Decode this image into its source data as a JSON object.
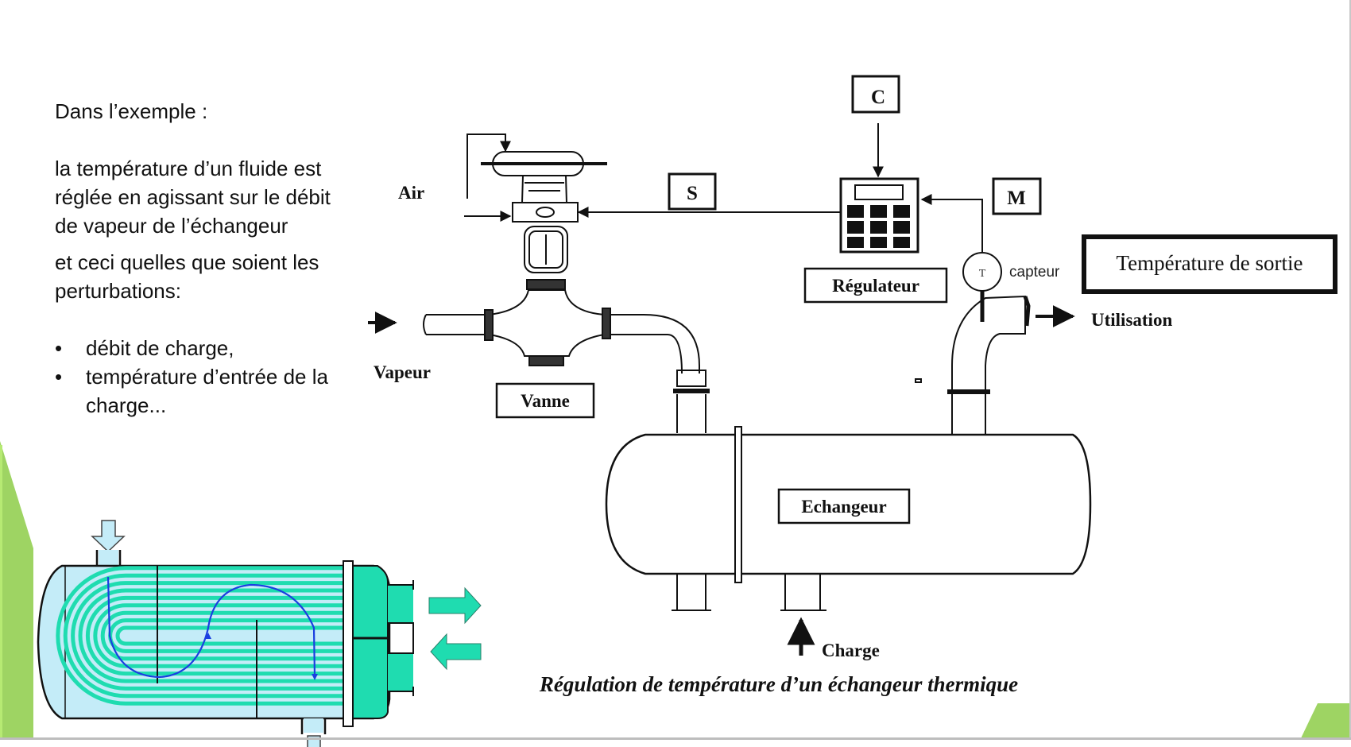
{
  "slide": {
    "text": {
      "intro": "Dans l’exemple :",
      "paragraph_1": "la température d’un fluide est réglée en agissant sur le débit de vapeur de l’échangeur",
      "paragraph_2": "et ceci quelles que soient les perturbations:",
      "bullets": [
        {
          "symbol": "•",
          "label": "débit de charge,"
        },
        {
          "symbol": "•",
          "label": "température d’entrée de la charge..."
        }
      ]
    },
    "accent_color": "#9ed463",
    "diagram": {
      "caption": "Régulation de température d’un échangeur thermique",
      "labels": {
        "air": "Air",
        "vapeur": "Vapeur",
        "vanne": "Vanne",
        "s": "S",
        "c": "C",
        "m": "M",
        "regulateur": "Régulateur",
        "sensor_symbol": "T",
        "capteur": "capteur",
        "temperature_sortie": "Température de sortie",
        "utilisation": "Utilisation",
        "echangeur": "Echangeur",
        "charge": "Charge"
      }
    },
    "exchanger_illustration": {
      "shell_color": "#c4ecf8",
      "tube_color": "#1fdcb0",
      "flow_line_color": "#1a3fe0"
    }
  }
}
